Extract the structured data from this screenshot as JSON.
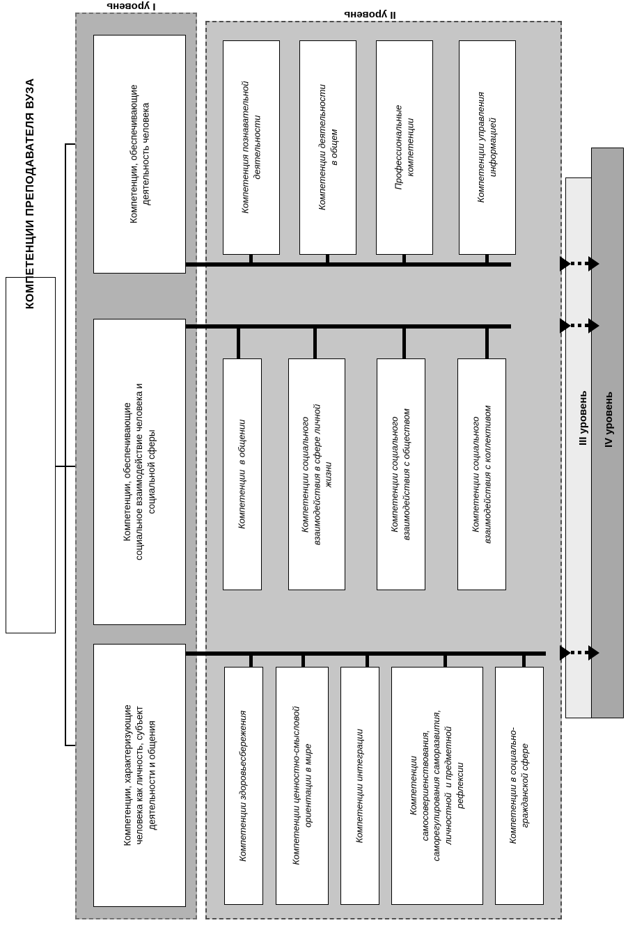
{
  "title": "КОМПЕТЕНЦИИ ПРЕПОДАВАТЕЛЯ ВУЗА",
  "levels": {
    "one": "I уровень",
    "two": "II уровень",
    "three": "III уровень",
    "four": "IV уровень"
  },
  "level1": [
    {
      "id": "activity",
      "text": "Компетенции, обеспечивающие\nдеятельность человека"
    },
    {
      "id": "social",
      "text": "Компетенции, обеспечивающие\nсоциальное взаимодействие человека и\nсоциальной сферы"
    },
    {
      "id": "personality",
      "text": "Компетенции, характеризующие\nчеловека как личность, субъект\nдеятельности и общения"
    }
  ],
  "level2": {
    "group_activity": [
      {
        "id": "cognitive",
        "text": "Компетенция познавательной\nдеятельности"
      },
      {
        "id": "general",
        "text": "Компетенции деятельности\nв общем"
      },
      {
        "id": "professional",
        "text": "Профессиональные\nкомпетенции"
      },
      {
        "id": "information",
        "text": "Компетенции управления\nинформацией"
      }
    ],
    "group_social": [
      {
        "id": "communication",
        "text": "Компетенции  в общении"
      },
      {
        "id": "personal-sphere",
        "text": "Компетенции социального\nвзаимодействия в сфере личной\nжизни"
      },
      {
        "id": "society",
        "text": "Компетенции социального\nвзаимодействия с обществом"
      },
      {
        "id": "collective",
        "text": "Компетенции социального\nвзаимодействия с коллективом"
      }
    ],
    "group_personality": [
      {
        "id": "health",
        "text": "Компетенции здоровьесбережения"
      },
      {
        "id": "values",
        "text": "Компетенции ценностно-смысловой\nориентации в мире"
      },
      {
        "id": "integration",
        "text": "Компетенции интеграции"
      },
      {
        "id": "self-dev",
        "text": "Компетенции\nсамосовершенствования,\nсаморегулирования саморазвития,\nличностной  и предметной\nрефлексии"
      },
      {
        "id": "civil",
        "text": "Компетенции в социально-\nгражданской сфере"
      }
    ]
  },
  "colors": {
    "level1_band": "#b3b3b3",
    "level2_band": "#c6c6c6",
    "level3_band": "#ececec",
    "level4_band": "#a8a8a8",
    "card": "#ffffff",
    "line": "#000000"
  }
}
